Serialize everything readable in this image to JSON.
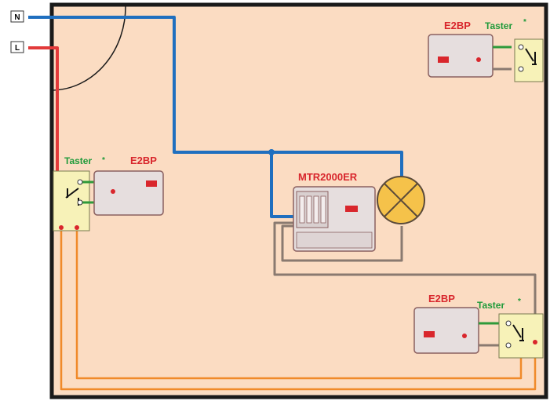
{
  "terminals": {
    "neutral": "N",
    "line": "L"
  },
  "actor_label": "MTR2000ER",
  "switches": [
    {
      "module": "E2BP",
      "button": "Taster",
      "mark": "*"
    },
    {
      "module": "E2BP",
      "button": "Taster",
      "mark": "*"
    },
    {
      "module": "E2BP",
      "button": "Taster",
      "mark": "*"
    }
  ],
  "colors": {
    "room": "#fbdcc2",
    "wall": "#1a1a1a",
    "neutral_wire": "#1f6fbf",
    "line_wire": "#e23a3a",
    "switched_wire": "#f08a2a",
    "lamp_wire": "#8a7a70",
    "button_wire": "#2e9a3a",
    "module_body": "#e9dcdc",
    "lamp": "#f5c24a"
  },
  "icons": [
    "lamp-icon",
    "push-button-icon",
    "door-swing-icon"
  ]
}
